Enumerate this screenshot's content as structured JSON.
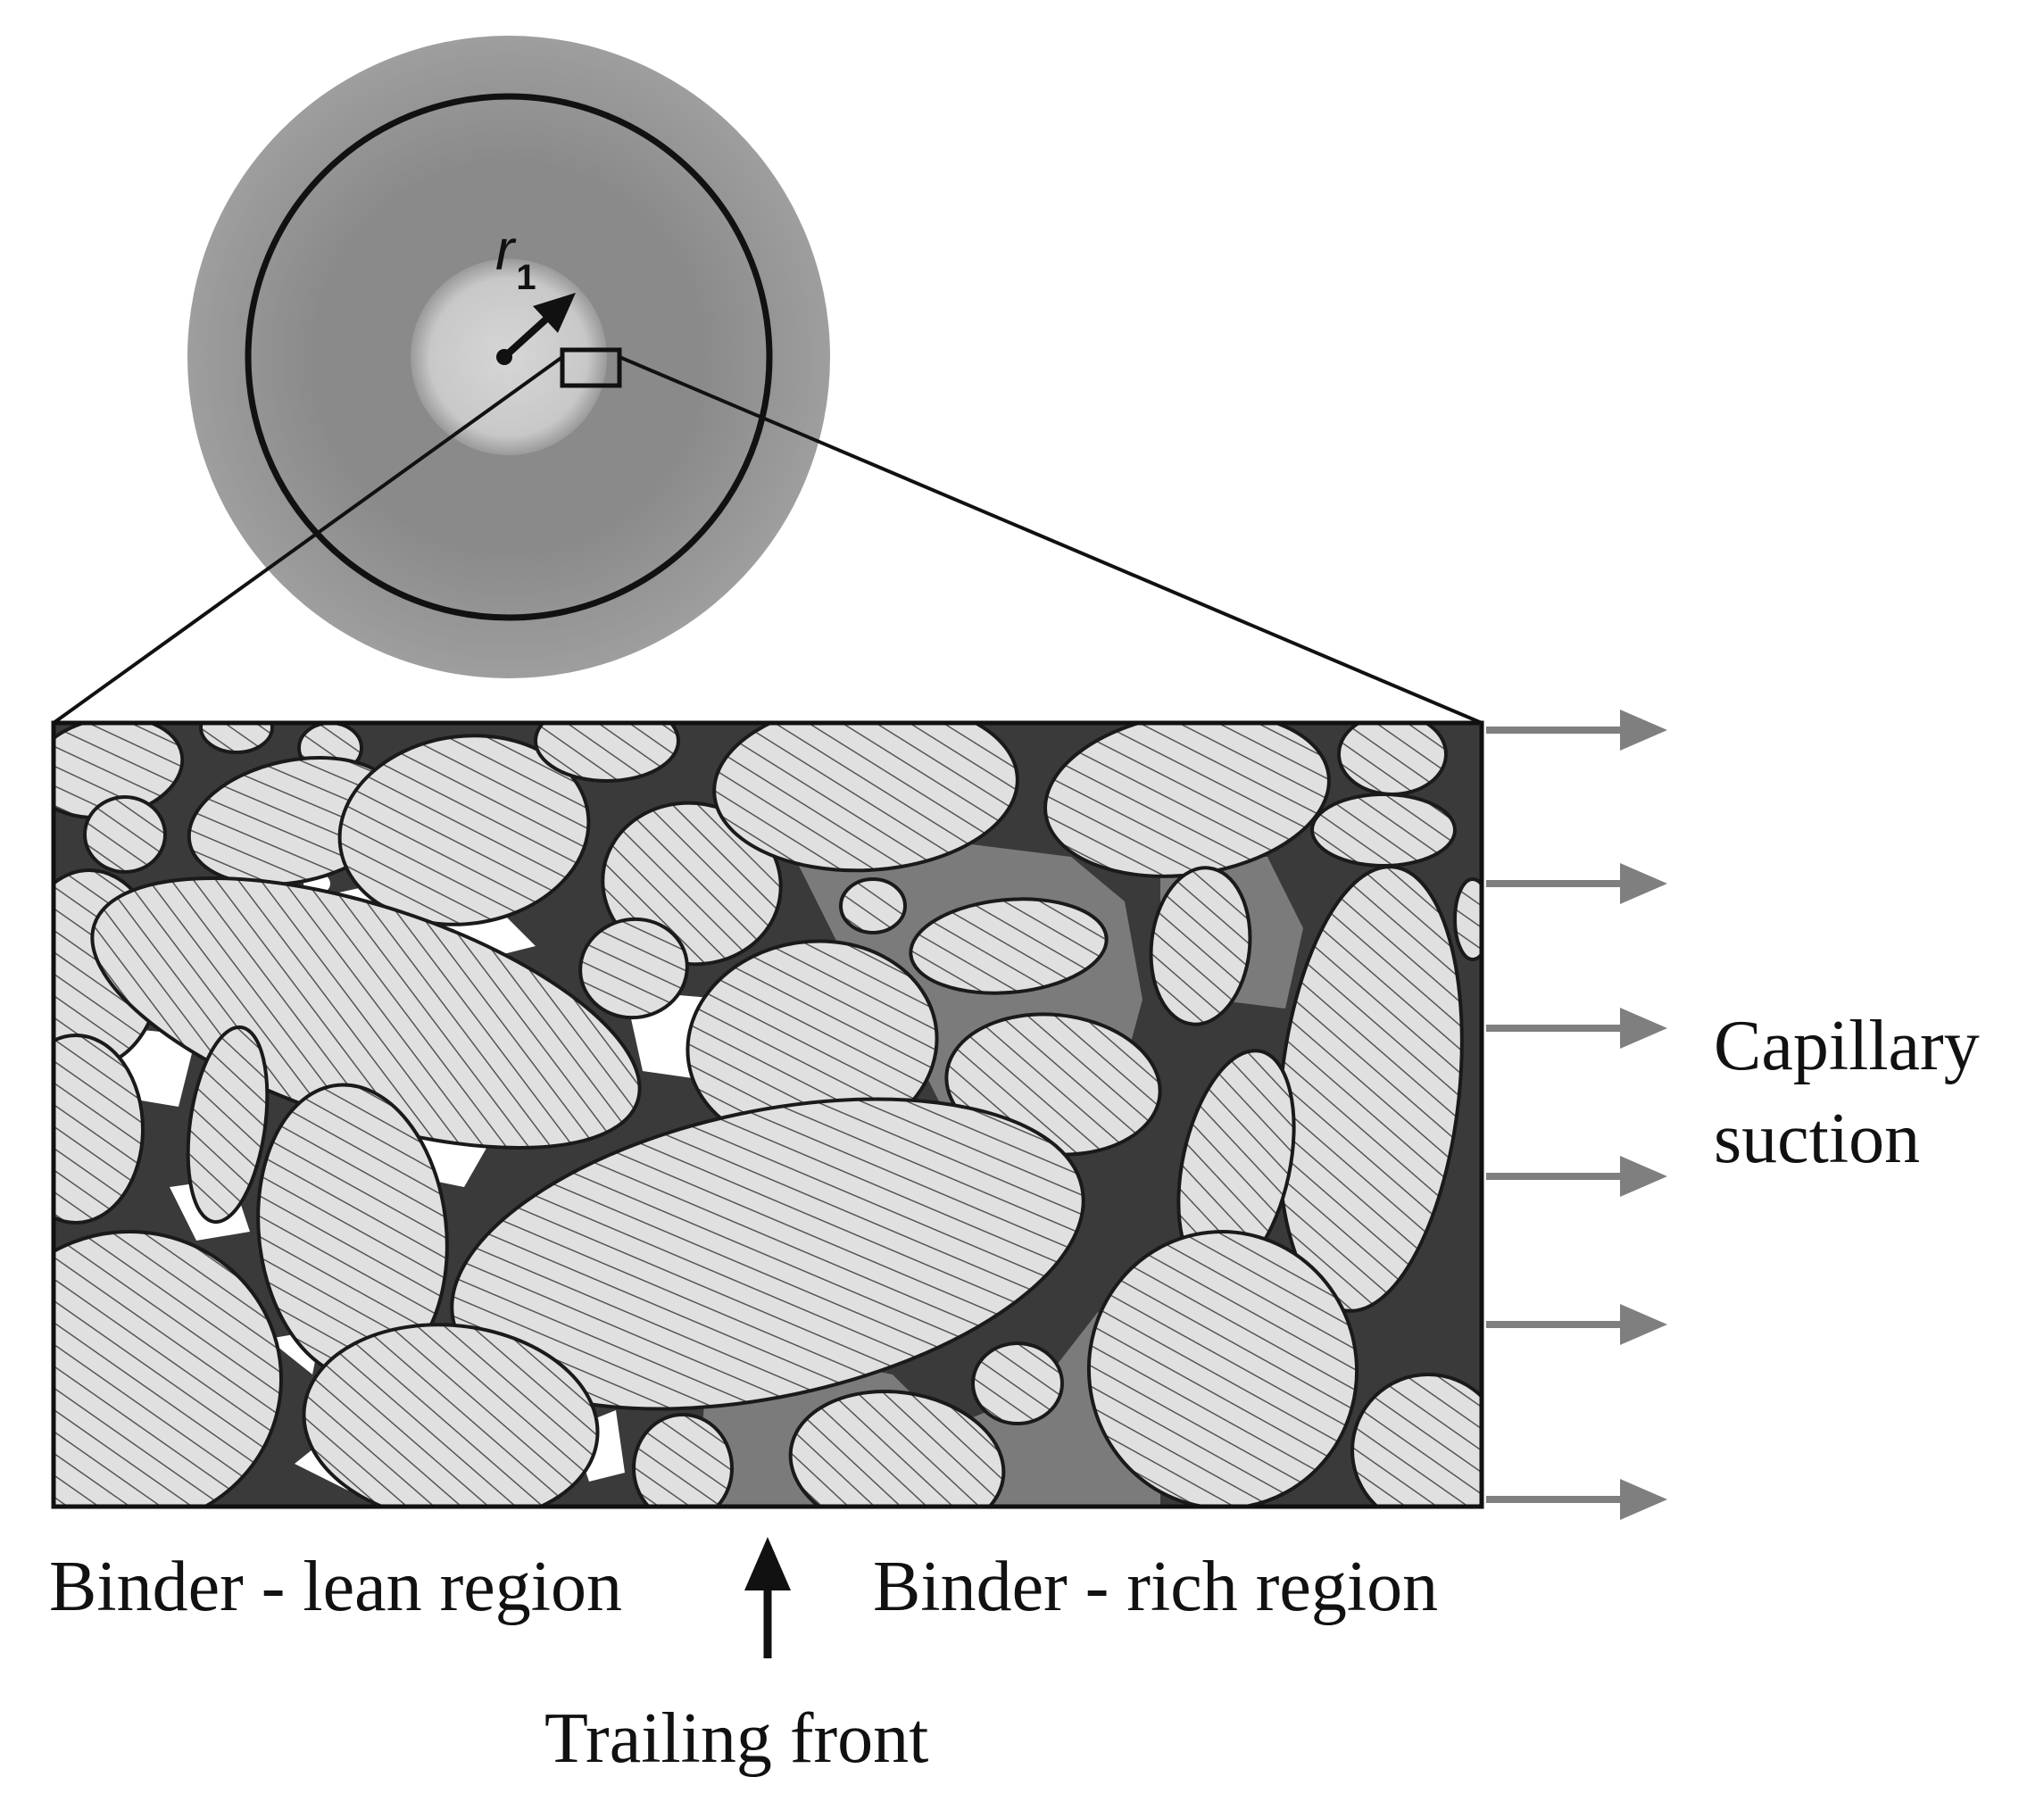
{
  "labels": {
    "radius_symbol": "r",
    "radius_subscript": "1",
    "capillary_line1": "Capillary",
    "capillary_line2": "suction",
    "lean_region": "Binder - lean region",
    "rich_region": "Binder - rich region",
    "trailing_front": "Trailing front"
  },
  "colors": {
    "outer_ring": "#8a8a8a",
    "inner_core": "#d2d2d2",
    "binder": "#3a3a3a",
    "binder_rich": "#7b7b7b",
    "particle_fill": "#e0e0e0",
    "hatch": "#555555",
    "suction_arrows": "#7f7f7f",
    "pore": "#ffffff"
  },
  "icons": {
    "radius_arrow": "arrow-up-right",
    "front_arrow": "arrow-up",
    "suction_arrow": "arrow-right"
  }
}
